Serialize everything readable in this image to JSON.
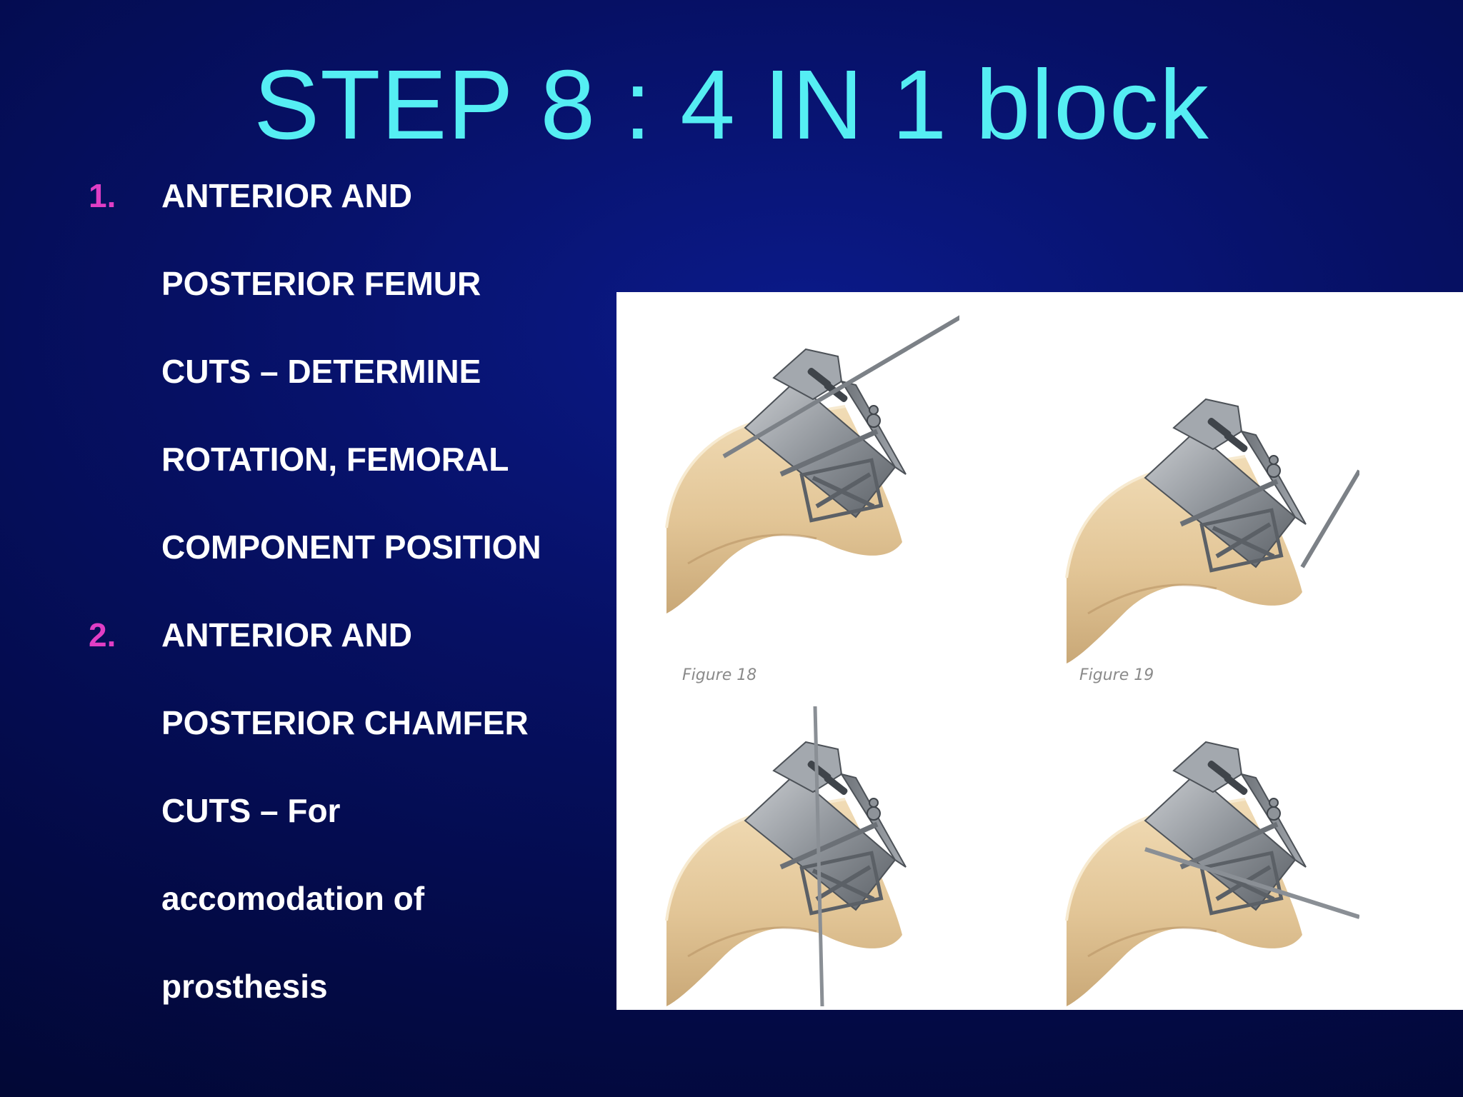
{
  "slide": {
    "title": "STEP 8 : 4 IN 1 block",
    "items": [
      {
        "number": "1.",
        "lines": [
          "ANTERIOR AND",
          "POSTERIOR FEMUR",
          "CUTS – DETERMINE",
          "ROTATION,  FEMORAL",
          "COMPONENT POSITION"
        ]
      },
      {
        "number": "2.",
        "lines": [
          "ANTERIOR AND",
          "POSTERIOR CHAMFER",
          "CUTS – For",
          "accomodation of",
          "prosthesis"
        ]
      }
    ]
  },
  "figures": {
    "caption_1": "Figure 18",
    "caption_2": "Figure 19"
  },
  "colors": {
    "title": "#55eef3",
    "number": "#e03ec5",
    "text": "#ffffff",
    "bone": "#e8cfa3",
    "metal": "#8e9399"
  }
}
